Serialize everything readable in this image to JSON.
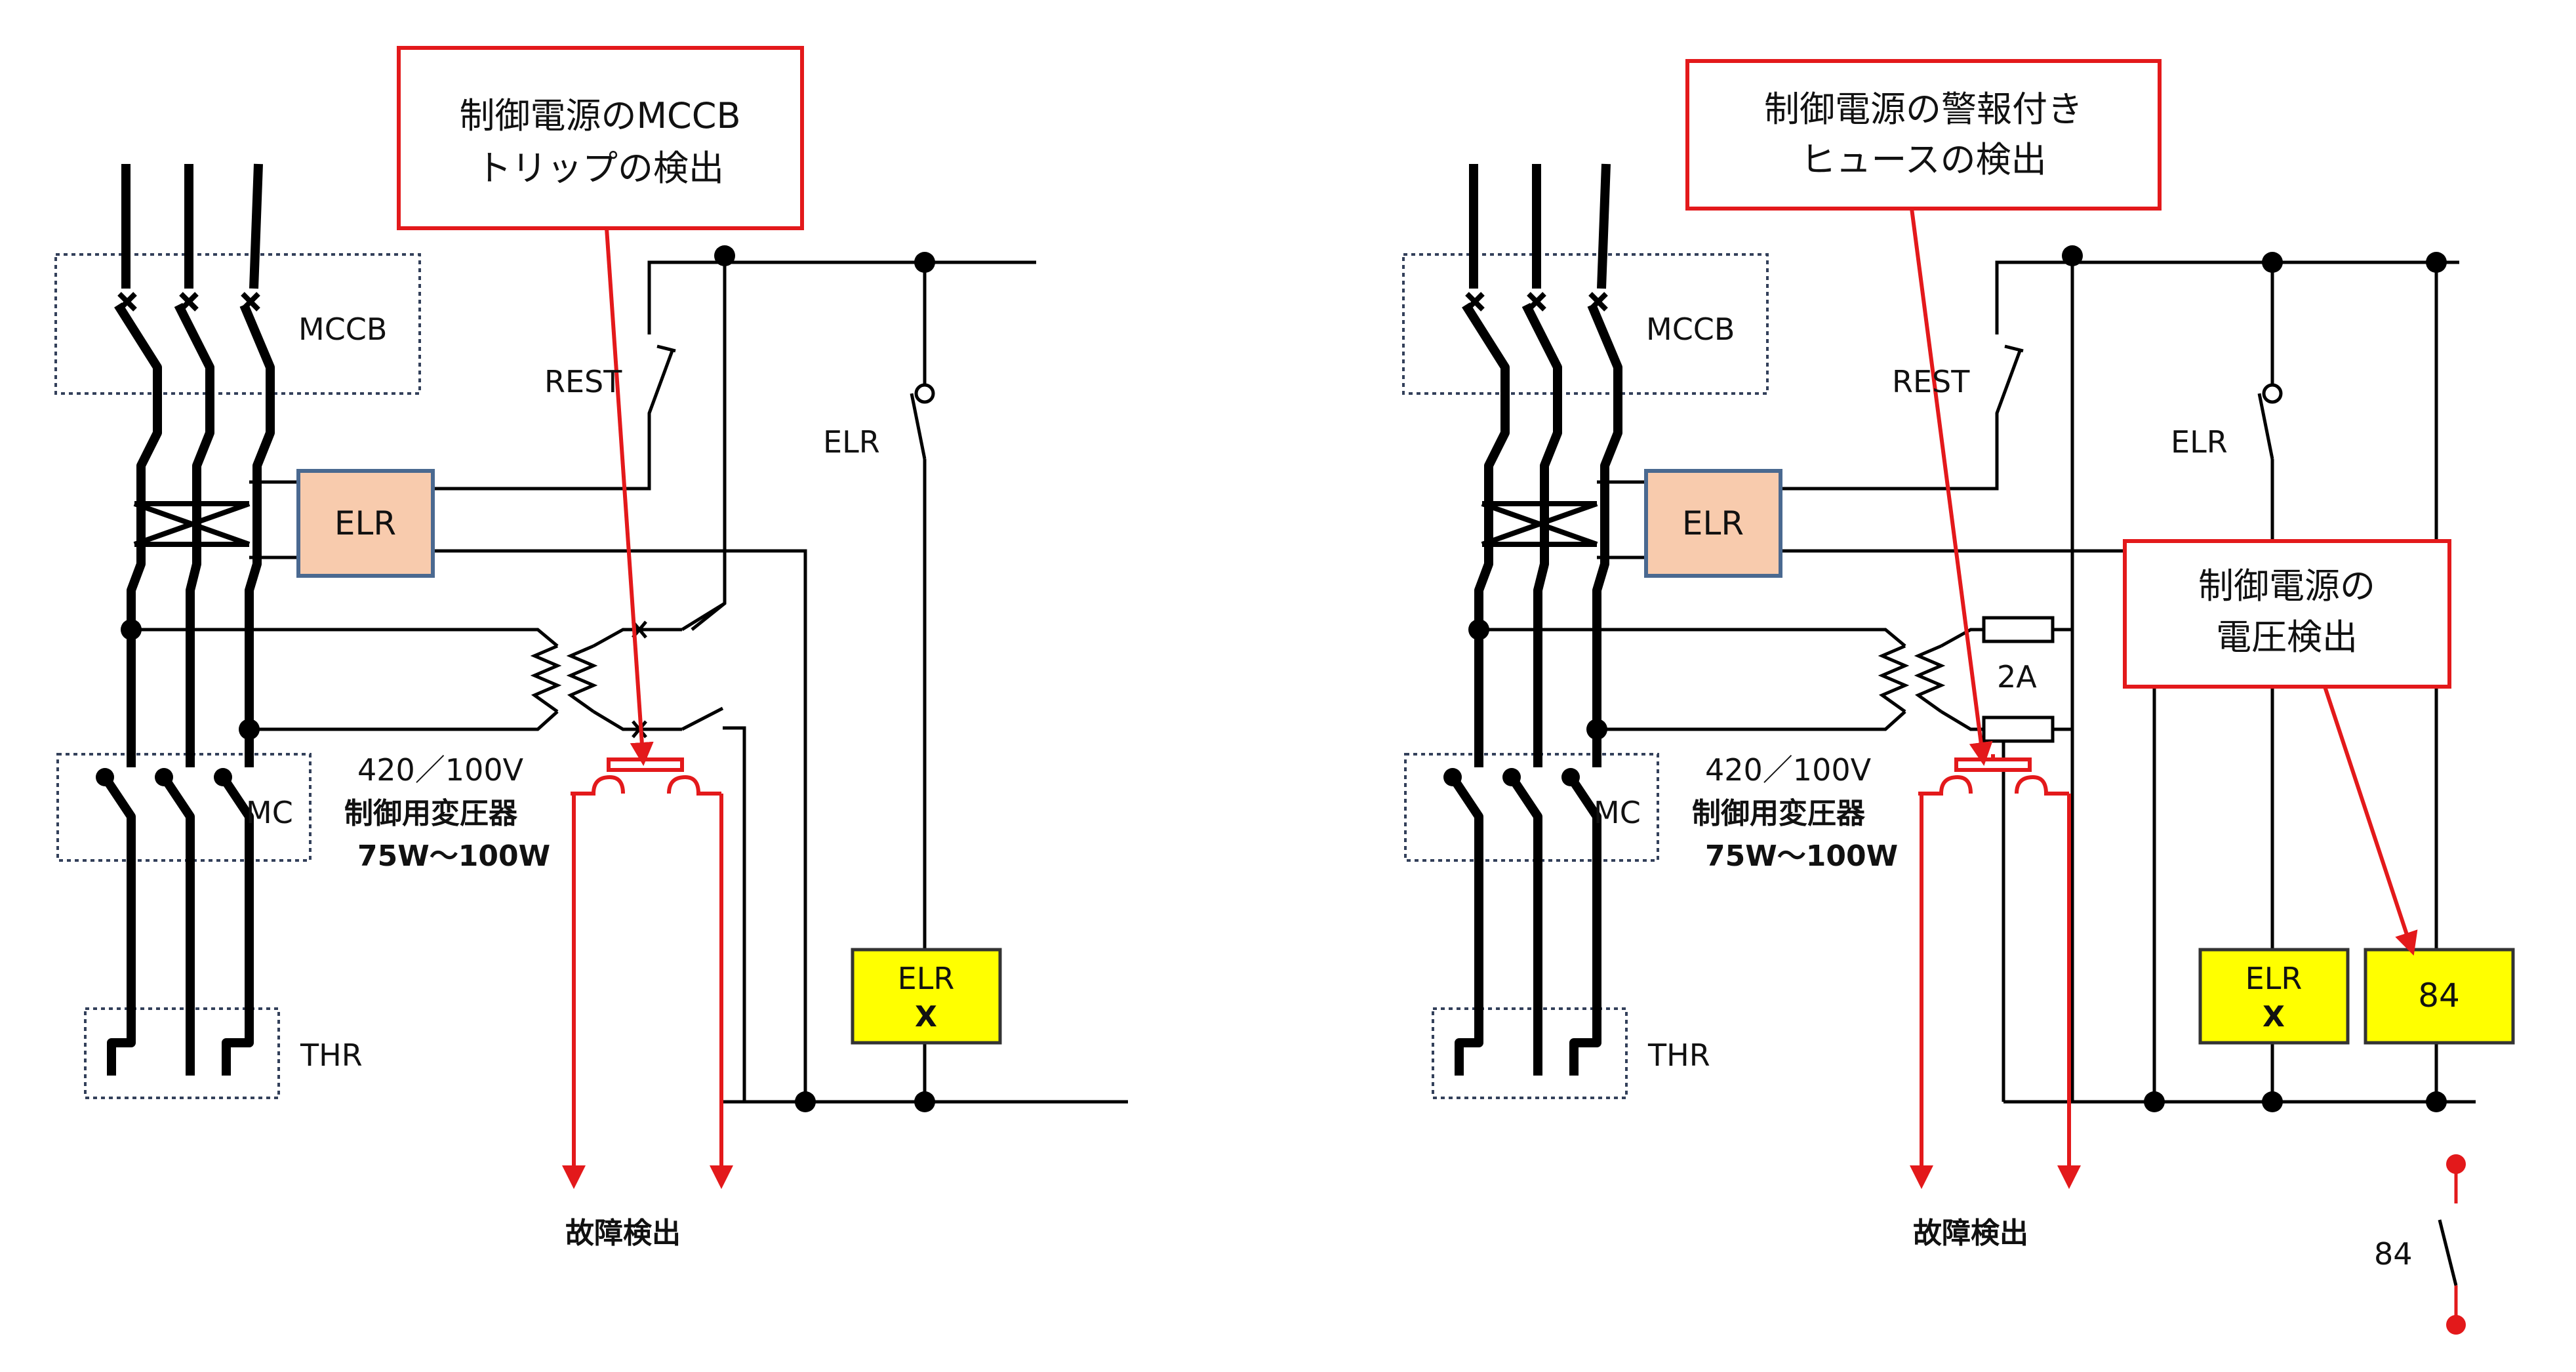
{
  "left": {
    "labels": {
      "mccb": "MCCB",
      "mc": "MC",
      "thr": "THR",
      "rest": "REST",
      "elr_contact": "ELR",
      "elr_box": "ELR",
      "relay_top": "ELR",
      "relay_bottom": "X",
      "transformer_ratio": "420／100V",
      "transformer_name": "制御用変圧器",
      "transformer_rating": "75W～100W",
      "fault": "故障検出"
    },
    "callout": {
      "line1": "制御電源のMCCB",
      "line2": "トリップの検出"
    }
  },
  "right": {
    "labels": {
      "mccb": "MCCB",
      "mc": "MC",
      "thr": "THR",
      "rest": "REST",
      "elr_contact": "ELR",
      "elr_box": "ELR",
      "fuse_rating": "2A",
      "relay_top": "ELR",
      "relay_bottom": "X",
      "relay84": "84",
      "contact84": "84",
      "transformer_ratio": "420／100V",
      "transformer_name": "制御用変圧器",
      "transformer_rating": "75W～100W",
      "fault": "故障検出"
    },
    "callout_fuse": {
      "line1": "制御電源の警報付き",
      "line2": "ヒュースの検出"
    },
    "callout_voltage": {
      "line1": "制御電源の",
      "line2": "電圧検出"
    }
  },
  "colors": {
    "wire": "#000000",
    "alarm": "#e3191b",
    "elr_fill": "#f8cbad",
    "elr_stroke": "#4a6990",
    "relay_fill": "#ffff00",
    "dotted_box": "#33405a"
  }
}
